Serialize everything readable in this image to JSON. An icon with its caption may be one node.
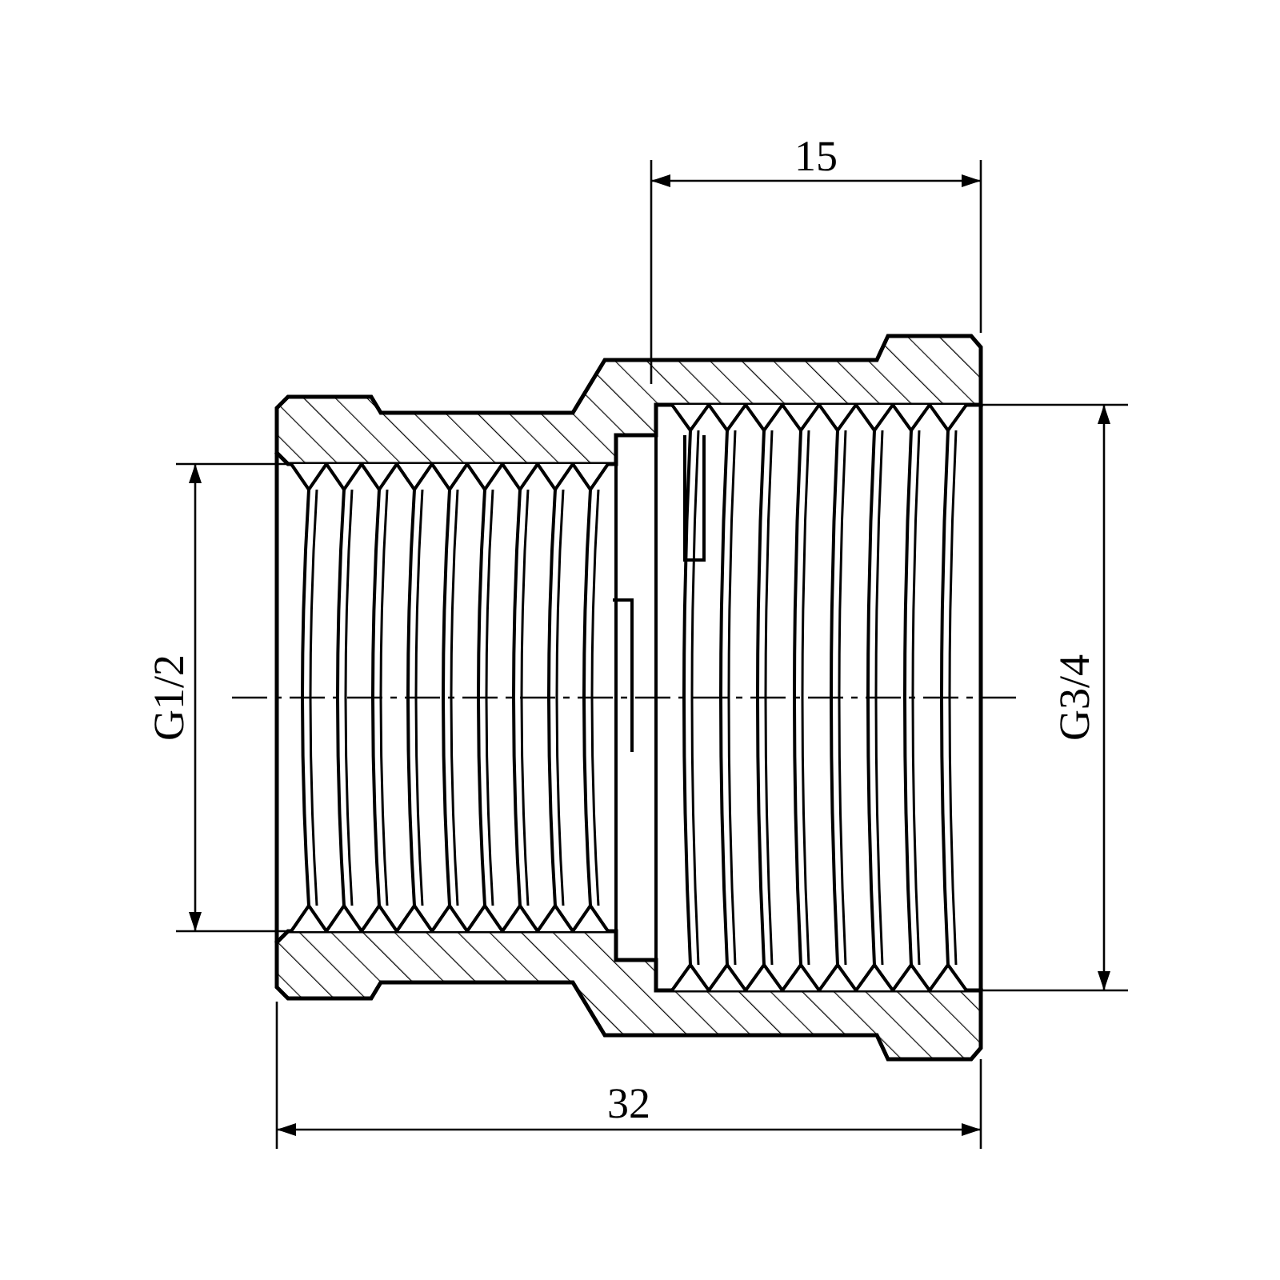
{
  "diagram": {
    "labels": [
      "15",
      "G1/2",
      "G3/4",
      "32"
    ]
  }
}
